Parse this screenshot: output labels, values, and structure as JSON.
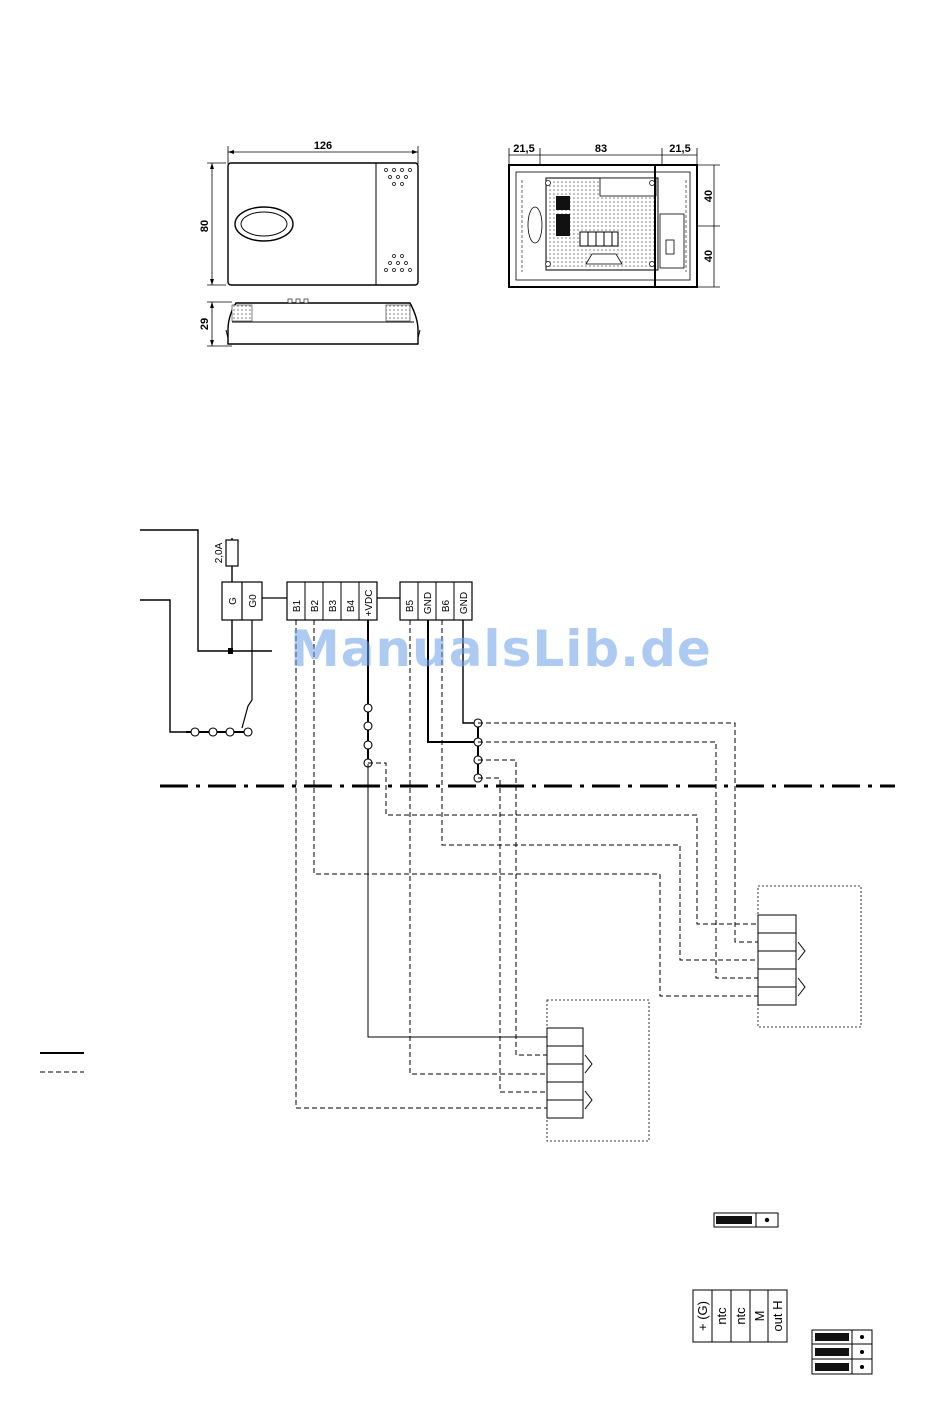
{
  "dimensions": {
    "width": "126",
    "height": "80",
    "depth": "29",
    "back_left": "21,5",
    "back_center": "83",
    "back_right": "21,5",
    "back_top": "40",
    "back_bottom": "40"
  },
  "wiring": {
    "fuse": "2,0A",
    "power_terminals": [
      "G",
      "G0"
    ],
    "probe_terminals_a": [
      "B1",
      "B2",
      "B3",
      "B4",
      "+VDC"
    ],
    "probe_terminals_b": [
      "B5",
      "GND",
      "B6",
      "GND"
    ]
  },
  "connector": {
    "pins": [
      "+ (G)",
      "ntc",
      "ntc",
      "M",
      "out H"
    ]
  },
  "watermark": "ManualsLib.de"
}
